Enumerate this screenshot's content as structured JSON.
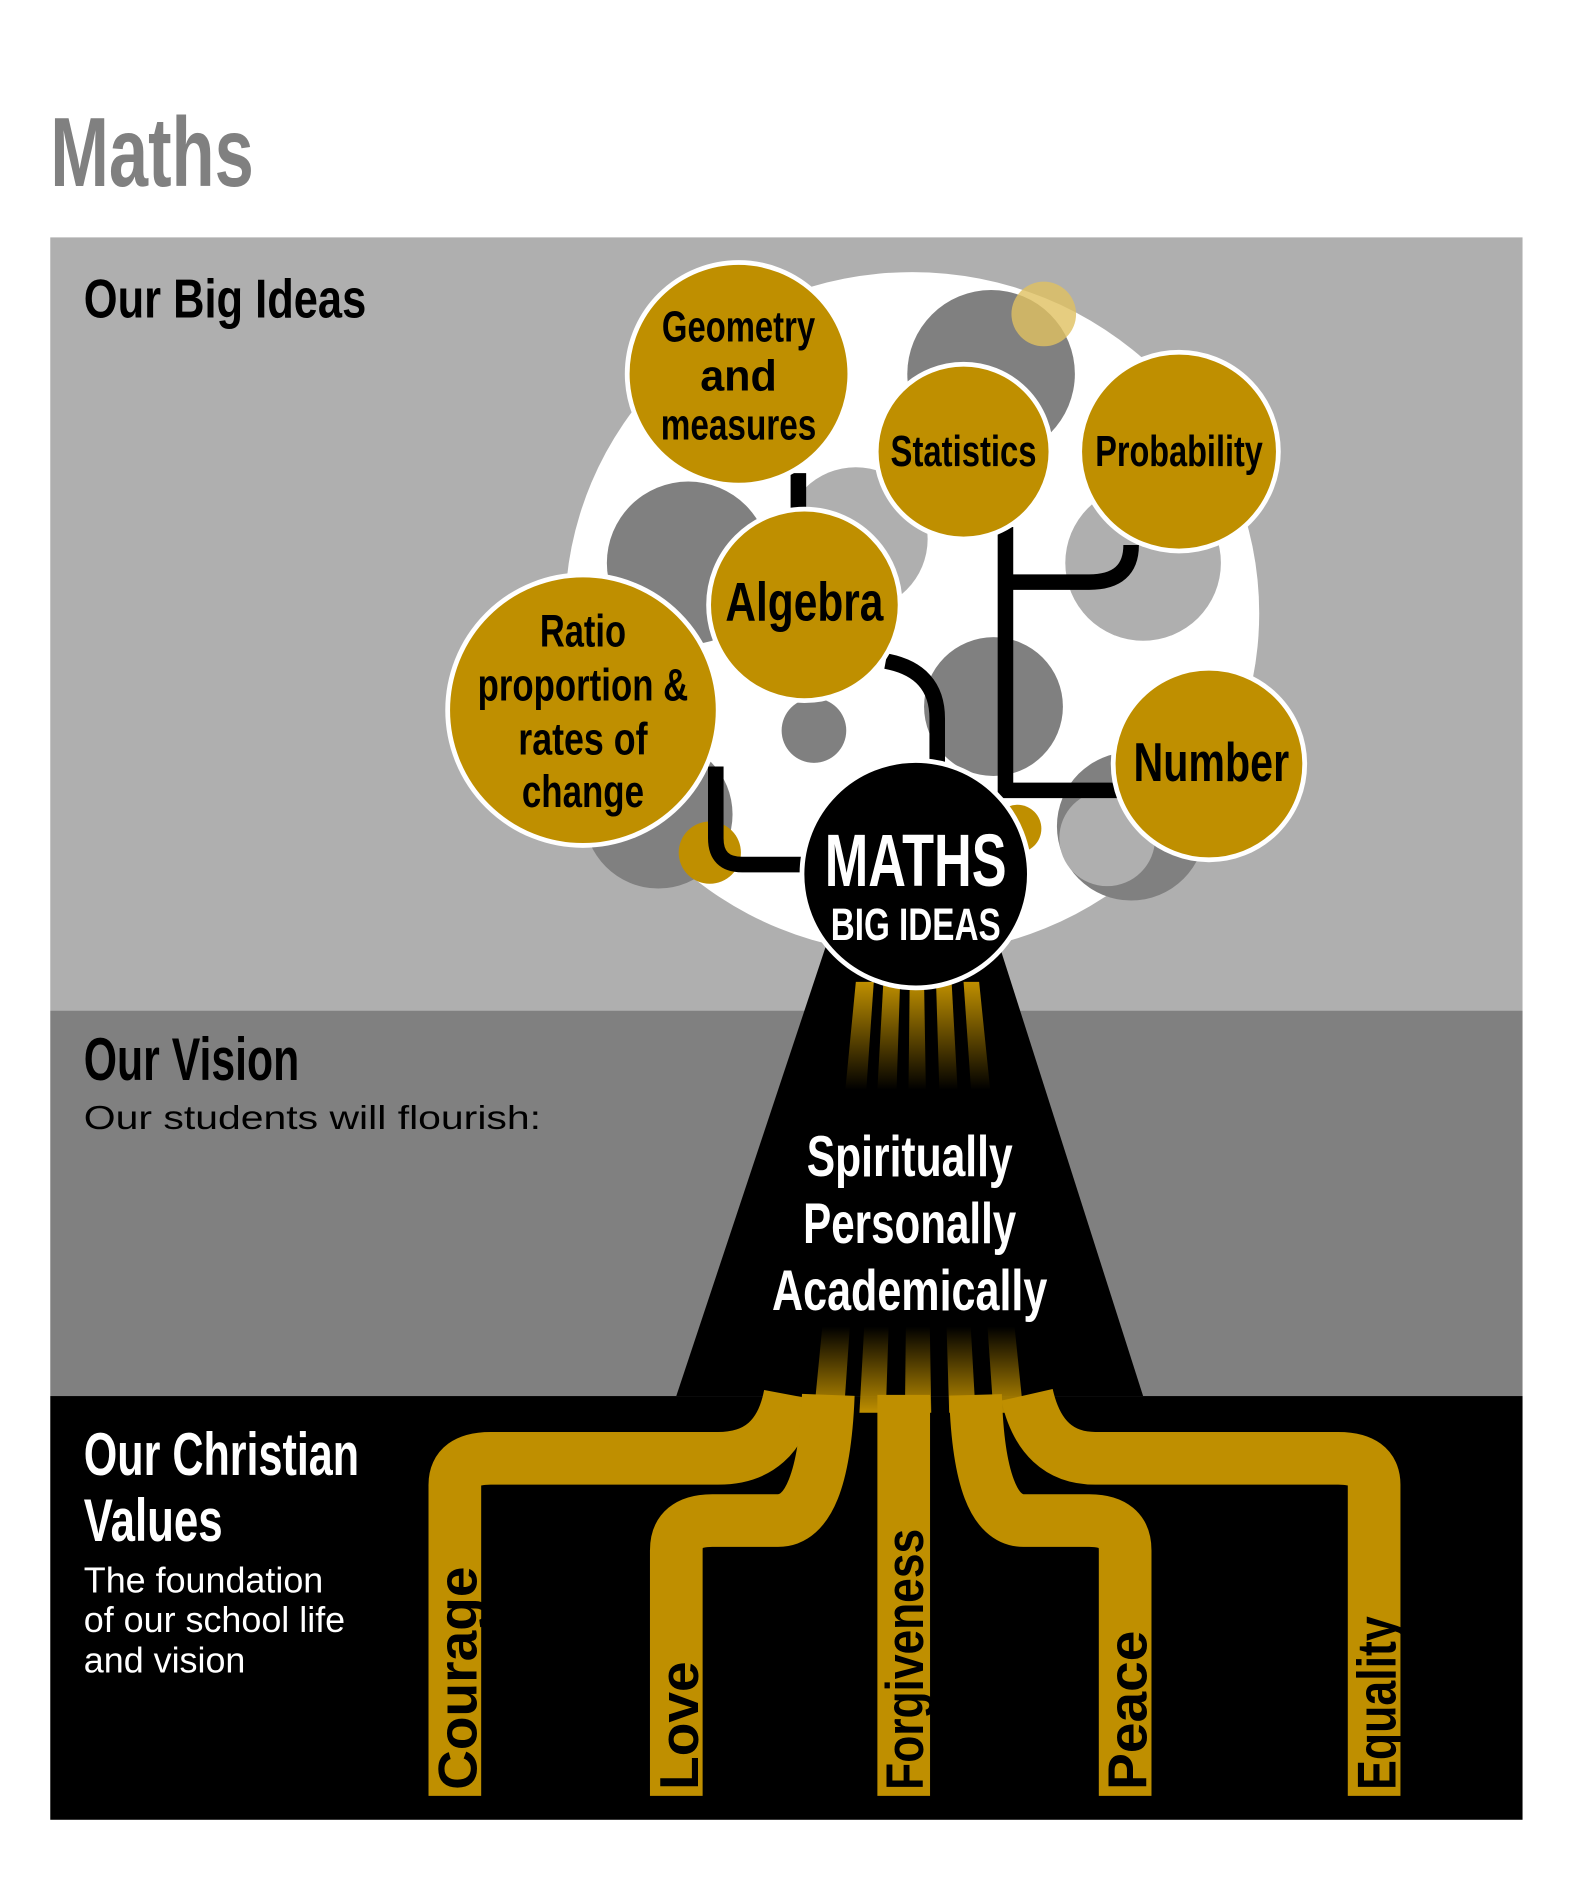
{
  "title": "Maths",
  "sections": {
    "big_ideas": {
      "heading": "Our Big Ideas"
    },
    "vision": {
      "heading": "Our Vision",
      "subtitle": "Our students will flourish:",
      "items": [
        "Spiritually",
        "Personally",
        "Academically"
      ]
    },
    "values": {
      "heading_line1": "Our Christian",
      "heading_line2": "Values",
      "desc_line1": "The foundation",
      "desc_line2": "of our school life",
      "desc_line3": "and vision",
      "roots": [
        "Courage",
        "Love",
        "Forgiveness",
        "Peace",
        "Equality"
      ]
    }
  },
  "center": {
    "line1": "MATHS",
    "line2": "BIG IDEAS"
  },
  "ideas": {
    "geometry": [
      "Geometry",
      "and",
      "measures"
    ],
    "statistics": "Statistics",
    "probability": "Probability",
    "algebra": "Algebra",
    "ratio": [
      "Ratio",
      "proportion &",
      "rates of",
      "change"
    ],
    "number": "Number"
  },
  "colors": {
    "gold": "#bf8f00",
    "panel_light": "#afafaf",
    "panel_mid": "#808080",
    "panel_dark": "#000000",
    "title_gray": "#808080"
  }
}
